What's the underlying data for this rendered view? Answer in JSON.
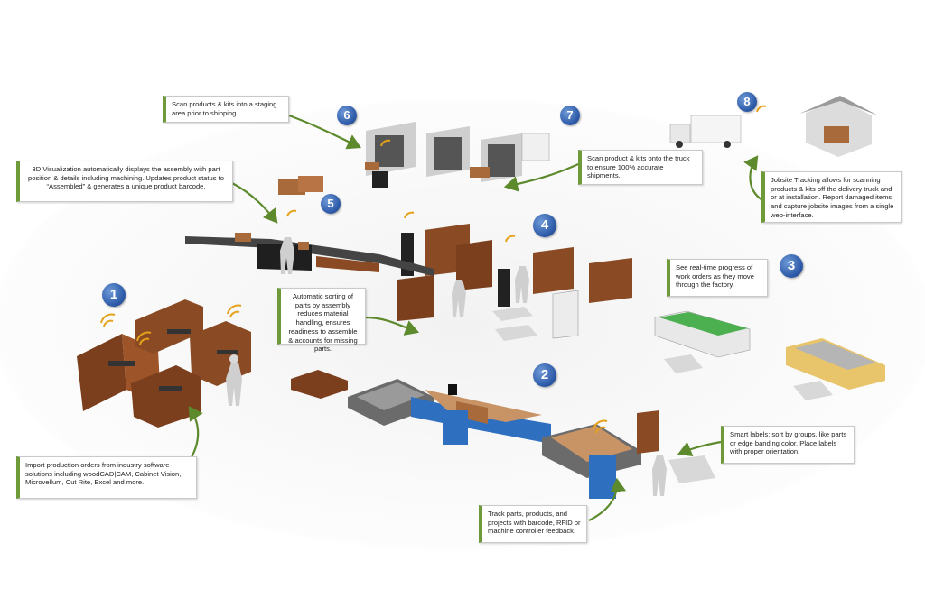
{
  "callouts": {
    "c1": "Import production orders from industry software solutions including woodCAD|CAM, Cabinet Vision, Microvellum, Cut Rite, Excel and more.",
    "c2": "Track parts, products, and projects with barcode, RFID or machine controller feedback.",
    "c3": "See real-time progress of work orders as they move through the factory.",
    "c4": "Automatic sorting of parts by assembly reduces material handling, ensures readiness to assemble & accounts for missing parts.",
    "c5": "3D Visualization automatically displays the assembly with part position & details including machining. Updates product status to “Assembled” & generates a unique product barcode.",
    "c6": "Scan products & kits into a staging area prior to shipping.",
    "c7": "Scan product & kits onto the truck to ensure 100% accurate shipments.",
    "c8": "Jobsite Tracking allows for scanning products & kits off the delivery truck and or at installation.  Report damaged items and capture jobsite images from a single web-interface.",
    "smart": "Smart labels: sort by groups, like parts or edge banding color. Place labels with proper orientation."
  },
  "badges": {
    "b1": "1",
    "b2": "2",
    "b3": "3",
    "b4": "4",
    "b5": "5",
    "b6": "6",
    "b7": "7",
    "b8": "8"
  },
  "colors": {
    "accent": "#6f9a3a",
    "badge": "#2d5aa8",
    "wood": "#8a4a24",
    "machine": "#2e6fc0",
    "wifi": "#e5a21a"
  }
}
